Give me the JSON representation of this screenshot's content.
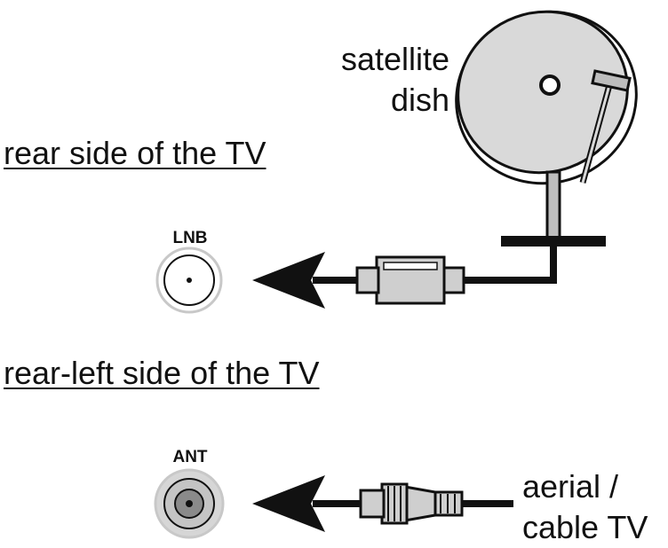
{
  "headings": {
    "rear": "rear side of the TV",
    "rear_left": "rear-left side of the TV"
  },
  "satellite": {
    "line1": "satellite",
    "line2": "dish"
  },
  "ports": {
    "lnb": "LNB",
    "ant": "ANT"
  },
  "aerial": {
    "line1": "aerial /",
    "line2": "cable TV"
  },
  "colors": {
    "line": "#111111",
    "dish_fill": "#d9d9d9",
    "connector_fill": "#cfcfcf",
    "port_ring": "#c8c8c8",
    "ant_center": "#8a8a8a"
  }
}
